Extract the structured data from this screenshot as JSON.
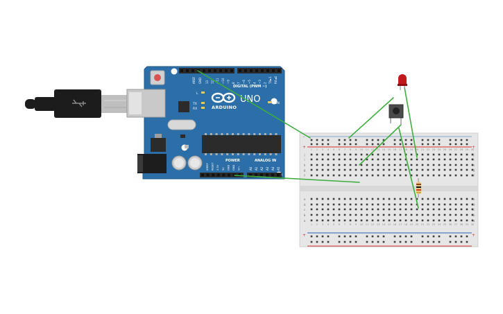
{
  "colors": {
    "background": "#ffffff",
    "board": "#2c6fa8",
    "board_edge": "#1f5a8c",
    "header": "#2a2a2a",
    "chip": "#2b2b2b",
    "breadboard": "#e6e6e6",
    "breadboard_mid": "#d8d8d8",
    "hole": "#3a3a3a",
    "rail_red": "#d32f2f",
    "rail_blue": "#1e63b8",
    "wire": "#3dad3d",
    "led": "#c0181b",
    "resistor": "#e8c489",
    "button_body": "#4a4a4a",
    "button_cap": "#222222",
    "usb_black": "#1c1c1c",
    "usb_metal": "#bfbfbf",
    "reset_button": "#d9534f"
  },
  "board": {
    "brand": "ARDUINO",
    "model": "UNO",
    "logo_symbols": "-+",
    "digital_label": "DIGITAL (PWM ~)",
    "power_label": "POWER",
    "analog_label": "ANALOG IN",
    "on_label": "ON",
    "l_label": "L",
    "tx_label": "TX",
    "rx_label": "RX",
    "aref_label": "AREF",
    "gnd_label": "GND",
    "digital_pins": [
      "13",
      "12",
      "~11",
      "~10",
      "~9",
      "8",
      "7",
      "~6",
      "~5",
      "4",
      "~3",
      "2",
      "TX►1",
      "RX◄0"
    ],
    "power_pins": [
      "IOREF",
      "RESET",
      "3.3V",
      "5V",
      "GND",
      "GND",
      "Vin"
    ],
    "analog_pins": [
      "A0",
      "A1",
      "A2",
      "A3",
      "A4",
      "A5"
    ]
  },
  "breadboard": {
    "column_count": 30,
    "top_rows": [
      "j",
      "i",
      "h",
      "g",
      "f"
    ],
    "bottom_rows": [
      "e",
      "d",
      "c",
      "b",
      "a"
    ],
    "rail_plus": "+",
    "rail_minus": "-"
  },
  "components": {
    "usb_cable": "usb-cable",
    "led": "red-led",
    "pushbutton": "tactile-pushbutton",
    "resistor": "resistor"
  }
}
